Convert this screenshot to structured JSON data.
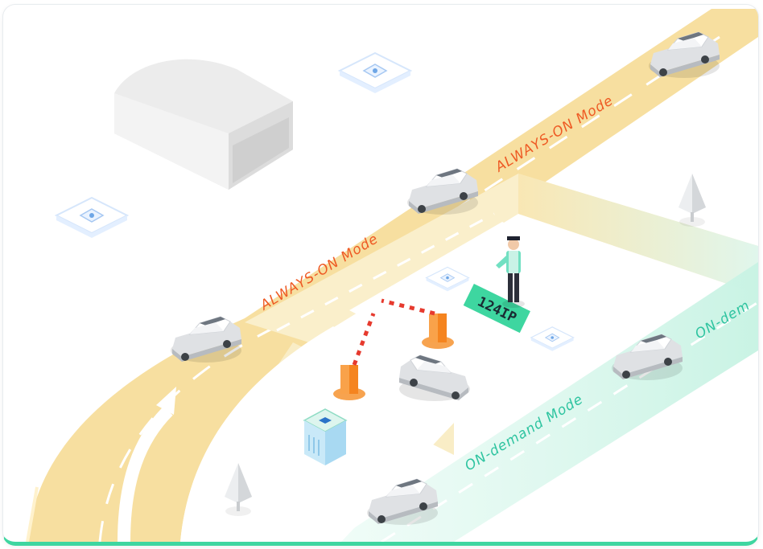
{
  "labels": {
    "always_on_upper": "ALWAYS-ON Mode",
    "always_on_lower": "ALWAYS-ON Mode",
    "on_demand_lower": "ON-demand Mode",
    "on_demand_upper": "ON-dem"
  },
  "sign": {
    "text": "124IP"
  },
  "colors": {
    "road_main": "#f7dfa0",
    "road_secondary": "#faf0cc",
    "road_on_demand": "#d8f7ee",
    "accent_green": "#3ed6a0",
    "label_orange": "#ee5a24",
    "label_teal": "#2ec4a0",
    "barrier_orange": "#f5841f"
  }
}
